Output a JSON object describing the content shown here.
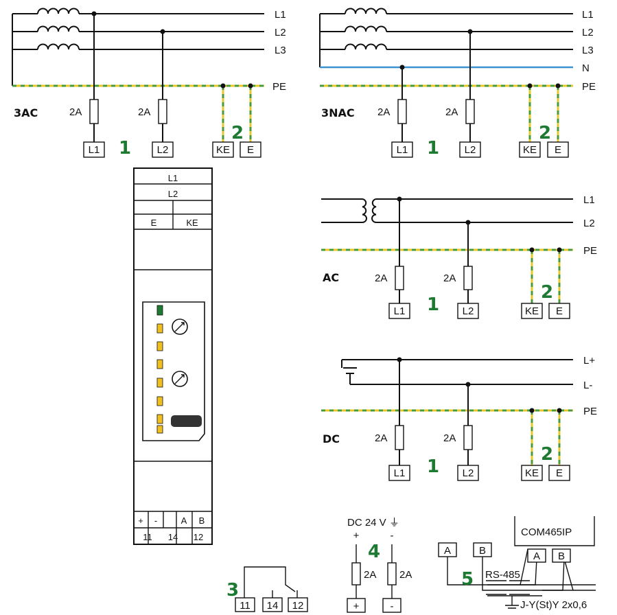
{
  "colors": {
    "wire": "#111111",
    "pe_yellow": "#e8c828",
    "pe_green": "#4a9a3c",
    "neutral": "#3a92d0",
    "step_number": "#1e7a32",
    "led_green": "#1e7a32",
    "led_yellow": "#f0c020",
    "button": "#333333"
  },
  "diagrams": {
    "ac3": {
      "system": "3AC",
      "lines": [
        "L1",
        "L2",
        "L3"
      ],
      "pe": "PE",
      "fuse1": "2A",
      "fuse2": "2A",
      "term_l1": "L1",
      "term_l2": "L2",
      "term_ke": "KE",
      "term_e": "E",
      "step1": "1",
      "step2": "2"
    },
    "nac3": {
      "system": "3NAC",
      "lines": [
        "L1",
        "L2",
        "L3"
      ],
      "neutral": "N",
      "pe": "PE",
      "fuse1": "2A",
      "fuse2": "2A",
      "term_l1": "L1",
      "term_l2": "L2",
      "term_ke": "KE",
      "term_e": "E",
      "step1": "1",
      "step2": "2"
    },
    "ac": {
      "system": "AC",
      "lines": [
        "L1",
        "L2"
      ],
      "pe": "PE",
      "fuse1": "2A",
      "fuse2": "2A",
      "term_l1": "L1",
      "term_l2": "L2",
      "term_ke": "KE",
      "term_e": "E",
      "step1": "1",
      "step2": "2"
    },
    "dc": {
      "system": "DC",
      "lines": [
        "L+",
        "L-"
      ],
      "pe": "PE",
      "fuse1": "2A",
      "fuse2": "2A",
      "term_l1": "L1",
      "term_l2": "L2",
      "term_ke": "KE",
      "term_e": "E",
      "step1": "1",
      "step2": "2"
    }
  },
  "device": {
    "top_labels": [
      "L1",
      "L2"
    ],
    "e_label": "E",
    "ke_label": "KE",
    "bottom_row1": [
      "+",
      "-",
      "A",
      "B"
    ],
    "bottom_row2": [
      "11",
      "14",
      "12"
    ],
    "led_count_green": 1,
    "led_count_yellow": 7
  },
  "relay": {
    "step": "3",
    "terminals": [
      "11",
      "14",
      "12"
    ]
  },
  "supply": {
    "label": "DC 24 V",
    "symbol": "⏚",
    "plus": "+",
    "minus": "-",
    "fuse1": "2A",
    "fuse2": "2A",
    "term_plus": "+",
    "term_minus": "-",
    "step": "4"
  },
  "bus": {
    "step": "5",
    "term_a": "A",
    "term_b": "B",
    "protocol": "RS-485",
    "gateway": "COM465IP",
    "gw_a": "A",
    "gw_b": "B",
    "cable": "J-Y(St)Y 2x0,6"
  }
}
